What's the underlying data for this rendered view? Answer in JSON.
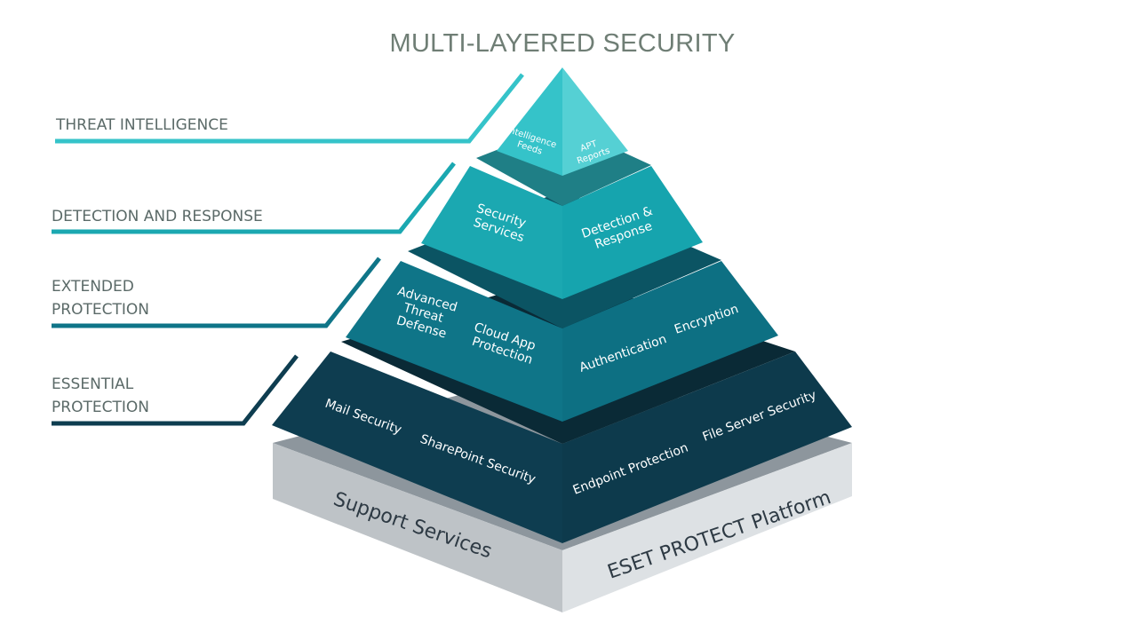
{
  "title": "MULTI-LAYERED SECURITY",
  "colors": {
    "tier1": "#35c3c9",
    "tier2": "#1ba8b1",
    "tier3": "#0f7588",
    "tier4": "#0e3d50",
    "base": "#c3c8cc",
    "title": "#6f7e75"
  },
  "layers": [
    {
      "line1": "THREAT INTELLIGENCE",
      "line2": ""
    },
    {
      "line1": "DETECTION AND RESPONSE",
      "line2": ""
    },
    {
      "line1": "EXTENDED",
      "line2": "PROTECTION"
    },
    {
      "line1": "ESSENTIAL",
      "line2": "PROTECTION"
    }
  ],
  "pyramid": {
    "tier1": {
      "left_lines": [
        "Intelligence",
        "Feeds"
      ],
      "right_lines": [
        "APT",
        "Reports"
      ]
    },
    "tier2": {
      "left_lines": [
        "Security",
        "Services"
      ],
      "right_lines": [
        "Detection &",
        "Response"
      ]
    },
    "tier3": {
      "left_a_lines": [
        "Advanced",
        "Threat",
        "Defense"
      ],
      "left_b_lines": [
        "Cloud App",
        "Protection"
      ],
      "right_a": "Authentication",
      "right_b": "Encryption"
    },
    "tier4": {
      "left_a": "Mail Security",
      "left_b": "SharePoint Security",
      "right_a": "Endpoint Protection",
      "right_b": "File Server Security"
    },
    "base": {
      "left": "Support Services",
      "right": "ESET PROTECT Platform"
    }
  }
}
